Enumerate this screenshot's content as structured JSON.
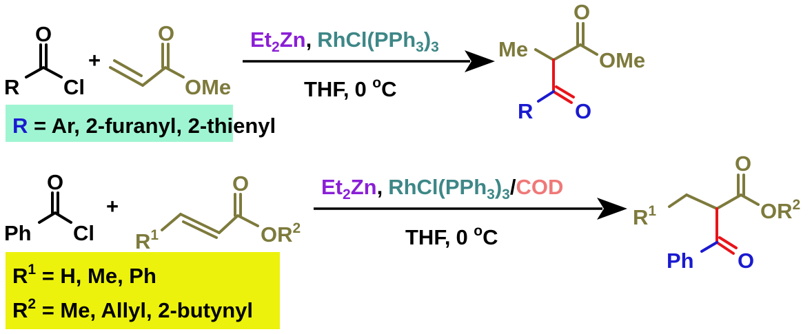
{
  "colors": {
    "black": "#000000",
    "olive": "#7d7a3c",
    "red": "#e8141a",
    "blue": "#1a1ad0",
    "purple": "#8a1fd6",
    "teal": "#3e8787",
    "salmon": "#f07878",
    "box1": "#9ff5d2",
    "box2": "#ecf20c"
  },
  "reaction1": {
    "acyl_chloride": {
      "O": "O",
      "R": "R",
      "Cl": "Cl"
    },
    "plus": "+",
    "acrylate": {
      "O": "O",
      "OMe": "OMe"
    },
    "reagent": {
      "zn_prefix": "Et",
      "zn_sub": "2",
      "zn_suffix": "Zn",
      "comma": ",",
      "cat_prefix": "RhCl(PPh",
      "cat_sub1": "3",
      "cat_close": ")",
      "cat_sub2": "3"
    },
    "conditions": {
      "solvent": "THF,",
      "temp": "0 ",
      "deg": "o",
      "unit": "C"
    },
    "product": {
      "Me": "Me",
      "O_top": "O",
      "OMe": "OMe",
      "R": "R",
      "O_ketone": "O"
    },
    "substituent_box": {
      "R": "R",
      "text": " = Ar, 2-furanyl, 2-thienyl"
    }
  },
  "reaction2": {
    "benzoyl_chloride": {
      "O": "O",
      "Ph": "Ph",
      "Cl": "Cl"
    },
    "plus": "+",
    "ester": {
      "O": "O",
      "R": "R",
      "R_sup": "1",
      "OR": "OR",
      "OR_sup": "2"
    },
    "reagent": {
      "zn_prefix": "Et",
      "zn_sub": "2",
      "zn_suffix": "Zn",
      "comma": ",",
      "cat_prefix": "RhCl(PPh",
      "cat_sub1": "3",
      "cat_close": ")",
      "cat_sub2": "3",
      "slash": "/",
      "ligand": "COD"
    },
    "conditions": {
      "solvent": "THF,",
      "temp": "0 ",
      "deg": "o",
      "unit": "C"
    },
    "product": {
      "R": "R",
      "R_sup": "1",
      "O_top": "O",
      "OR": "OR",
      "OR_sup": "2",
      "Ph": "Ph",
      "O_ketone": "O"
    },
    "substituent_box": {
      "line1": {
        "R": "R",
        "sup": "1",
        "text": " = H, Me, Ph"
      },
      "line2": {
        "R": "R",
        "sup": "2",
        "text": " = Me, Allyl, 2-butynyl"
      }
    }
  }
}
